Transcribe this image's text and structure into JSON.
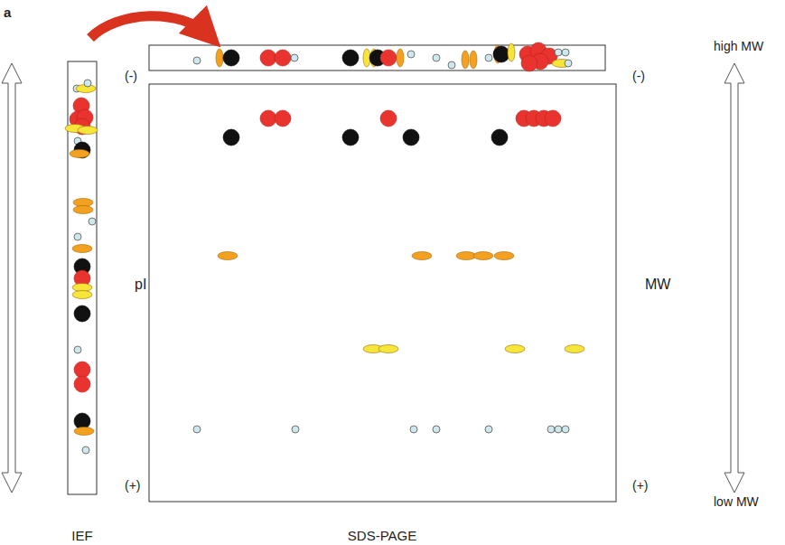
{
  "diagram": {
    "labels": [
      "a",
      "(-)",
      "(-)",
      "high MW",
      "pI",
      "MW",
      "(+)",
      "(+)",
      "low MW",
      "IEF",
      "SDS-PAGE"
    ]
  }
}
